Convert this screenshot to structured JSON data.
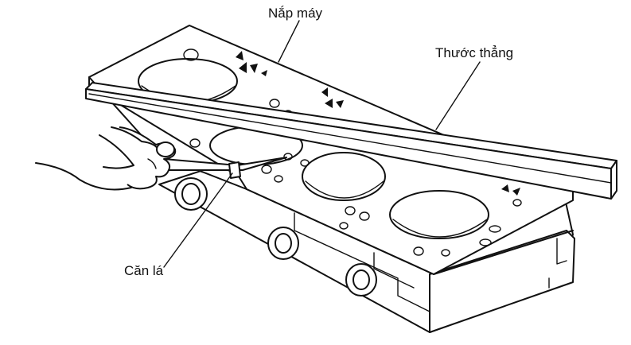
{
  "labels": {
    "cylinder_head": "Nắp máy",
    "straightedge": "Thước thẳng",
    "feeler_gauge": "Căn lá"
  },
  "colors": {
    "ink": "#111111",
    "background": "#ffffff"
  }
}
